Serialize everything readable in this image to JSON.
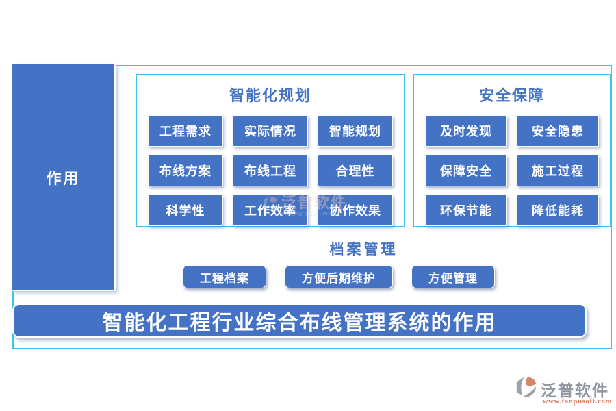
{
  "colors": {
    "primary-blue": "#4472C4",
    "frame-cyan": "#3CC5F1",
    "title-blue": "#4472C4",
    "logo-gray": "#9096A0",
    "logo-orange": "#E0795F"
  },
  "sidebar": {
    "label": "作用"
  },
  "planning": {
    "title": "智能化规划",
    "items": [
      "工程需求",
      "实际情况",
      "智能规划",
      "布线方案",
      "布线工程",
      "合理性",
      "科学性",
      "工作效率",
      "协作效果"
    ]
  },
  "safety": {
    "title": "安全保障",
    "items": [
      "及时发现",
      "安全隐患",
      "保障安全",
      "施工过程",
      "环保节能",
      "降低能耗"
    ]
  },
  "archive": {
    "title": "档案管理",
    "items": [
      "工程档案",
      "方便后期维护",
      "方便管理"
    ]
  },
  "banner": {
    "text": "智能化工程行业综合布线管理系统的作用"
  },
  "watermark": {
    "name": "泛普软件",
    "name_en": "FANPU SOFTWARE"
  },
  "logo": {
    "name": "泛普软件",
    "url": "www.fanpusoft.com"
  }
}
